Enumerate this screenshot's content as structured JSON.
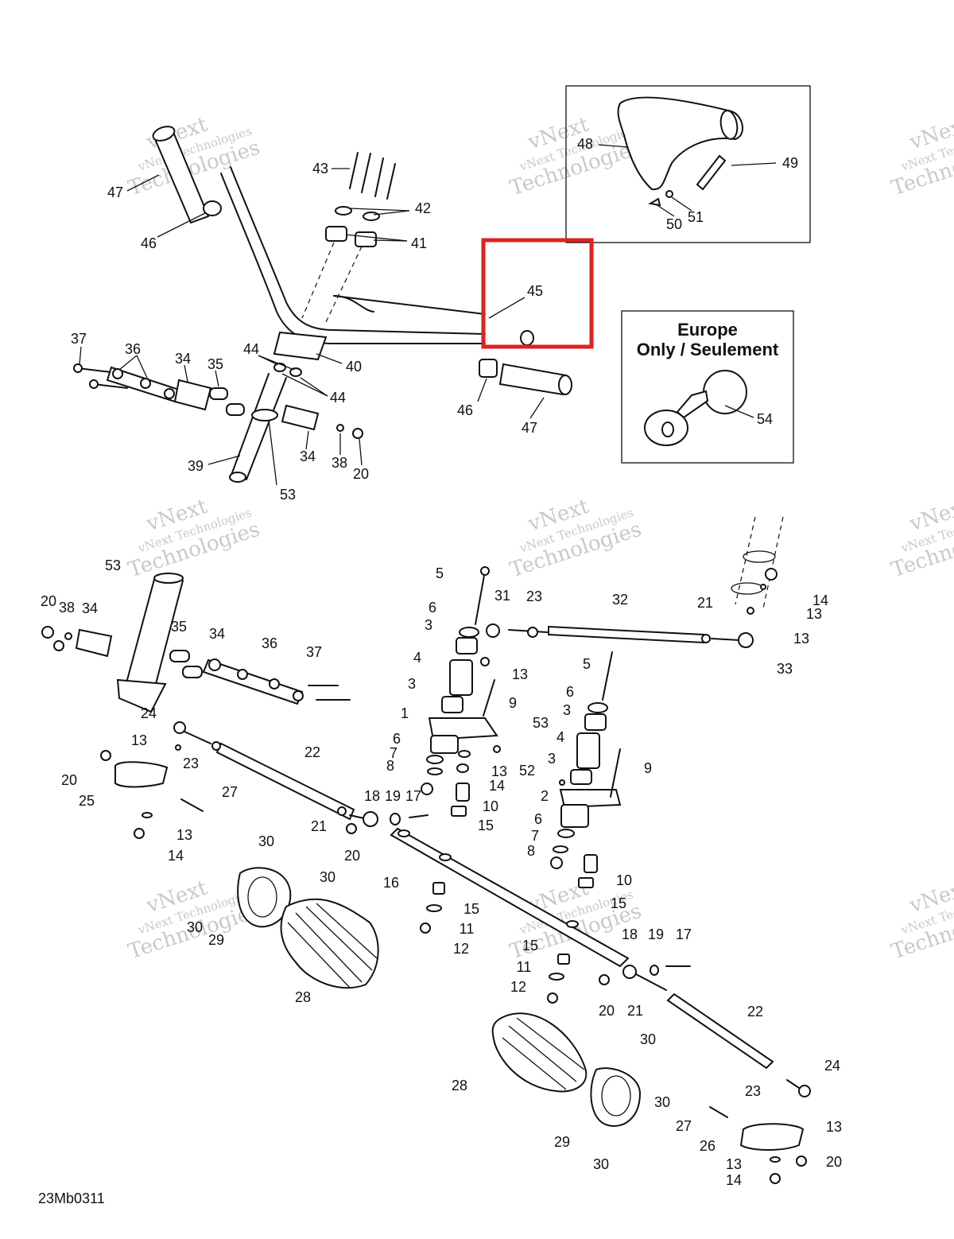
{
  "diagram_code": "23Mb0311",
  "europe_box": {
    "line1": "Europe",
    "line2": "Only / Seulement"
  },
  "highlight": {
    "color": "#e02020",
    "label": "45"
  },
  "watermark": {
    "line1": "vNext",
    "line2": "vNext Technologies",
    "line3": "Technologies",
    "color": "#c9c9c9"
  },
  "callouts": [
    {
      "label": "47"
    },
    {
      "label": "46"
    },
    {
      "label": "43"
    },
    {
      "label": "42"
    },
    {
      "label": "41"
    },
    {
      "label": "45"
    },
    {
      "label": "48"
    },
    {
      "label": "49"
    },
    {
      "label": "50"
    },
    {
      "label": "51"
    },
    {
      "label": "37"
    },
    {
      "label": "36"
    },
    {
      "label": "34"
    },
    {
      "label": "35"
    },
    {
      "label": "44"
    },
    {
      "label": "40"
    },
    {
      "label": "44"
    },
    {
      "label": "46"
    },
    {
      "label": "47"
    },
    {
      "label": "54"
    },
    {
      "label": "39"
    },
    {
      "label": "34"
    },
    {
      "label": "38"
    },
    {
      "label": "20"
    },
    {
      "label": "53"
    },
    {
      "label": "53"
    },
    {
      "label": "20"
    },
    {
      "label": "38"
    },
    {
      "label": "34"
    },
    {
      "label": "35"
    },
    {
      "label": "34"
    },
    {
      "label": "36"
    },
    {
      "label": "37"
    },
    {
      "label": "5"
    },
    {
      "label": "31"
    },
    {
      "label": "23"
    },
    {
      "label": "32"
    },
    {
      "label": "21"
    },
    {
      "label": "14"
    },
    {
      "label": "13"
    },
    {
      "label": "13"
    },
    {
      "label": "33"
    },
    {
      "label": "6"
    },
    {
      "label": "3"
    },
    {
      "label": "13"
    },
    {
      "label": "4"
    },
    {
      "label": "3"
    },
    {
      "label": "9"
    },
    {
      "label": "5"
    },
    {
      "label": "6"
    },
    {
      "label": "3"
    },
    {
      "label": "1"
    },
    {
      "label": "53"
    },
    {
      "label": "4"
    },
    {
      "label": "6"
    },
    {
      "label": "7"
    },
    {
      "label": "8"
    },
    {
      "label": "13"
    },
    {
      "label": "52"
    },
    {
      "label": "14"
    },
    {
      "label": "3"
    },
    {
      "label": "9"
    },
    {
      "label": "24"
    },
    {
      "label": "13"
    },
    {
      "label": "23"
    },
    {
      "label": "22"
    },
    {
      "label": "20"
    },
    {
      "label": "25"
    },
    {
      "label": "27"
    },
    {
      "label": "13"
    },
    {
      "label": "14"
    },
    {
      "label": "18"
    },
    {
      "label": "19"
    },
    {
      "label": "17"
    },
    {
      "label": "21"
    },
    {
      "label": "20"
    },
    {
      "label": "10"
    },
    {
      "label": "15"
    },
    {
      "label": "2"
    },
    {
      "label": "6"
    },
    {
      "label": "7"
    },
    {
      "label": "8"
    },
    {
      "label": "10"
    },
    {
      "label": "15"
    },
    {
      "label": "30"
    },
    {
      "label": "30"
    },
    {
      "label": "16"
    },
    {
      "label": "15"
    },
    {
      "label": "11"
    },
    {
      "label": "12"
    },
    {
      "label": "30"
    },
    {
      "label": "29"
    },
    {
      "label": "28"
    },
    {
      "label": "18"
    },
    {
      "label": "19"
    },
    {
      "label": "17"
    },
    {
      "label": "15"
    },
    {
      "label": "11"
    },
    {
      "label": "12"
    },
    {
      "label": "20"
    },
    {
      "label": "21"
    },
    {
      "label": "22"
    },
    {
      "label": "30"
    },
    {
      "label": "28"
    },
    {
      "label": "24"
    },
    {
      "label": "23"
    },
    {
      "label": "30"
    },
    {
      "label": "27"
    },
    {
      "label": "13"
    },
    {
      "label": "29"
    },
    {
      "label": "26"
    },
    {
      "label": "20"
    },
    {
      "label": "13"
    },
    {
      "label": "30"
    },
    {
      "label": "14"
    }
  ]
}
